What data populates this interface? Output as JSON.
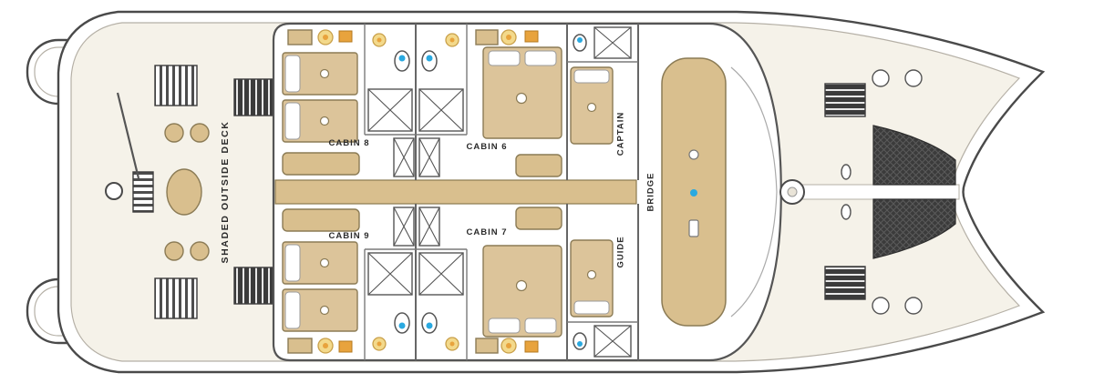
{
  "labels": {
    "shaded_deck": "SHADED OUTSIDE DECK",
    "cabin8": "CABIN 8",
    "cabin6": "CABIN 6",
    "cabin9": "CABIN 9",
    "cabin7": "CABIN 7",
    "captain": "CAPTAIN",
    "guide": "GUIDE",
    "bridge": "BRIDGE"
  },
  "colors": {
    "hull_outline": "#4a4a4a",
    "deck_floor": "#f5f2e9",
    "furniture_tan": "#d9bf8e",
    "bed_tan": "#dcc49a",
    "mesh_dark": "#3b3b3b",
    "toilet_blue": "#2aa9e0",
    "sink_yellow": "#f3d98b",
    "accent_orange": "#e8a33d",
    "label_text": "#2b2b2b"
  },
  "fixtures": [
    "bed",
    "double-bed",
    "pillow",
    "sofa",
    "toilet",
    "shower",
    "wardrobe",
    "sink",
    "sun-lounger",
    "deck-chair",
    "deck-table",
    "deck-bench",
    "steps",
    "trampoline-net",
    "windlass",
    "deck-hatch",
    "helm-console",
    "flag-pole"
  ]
}
